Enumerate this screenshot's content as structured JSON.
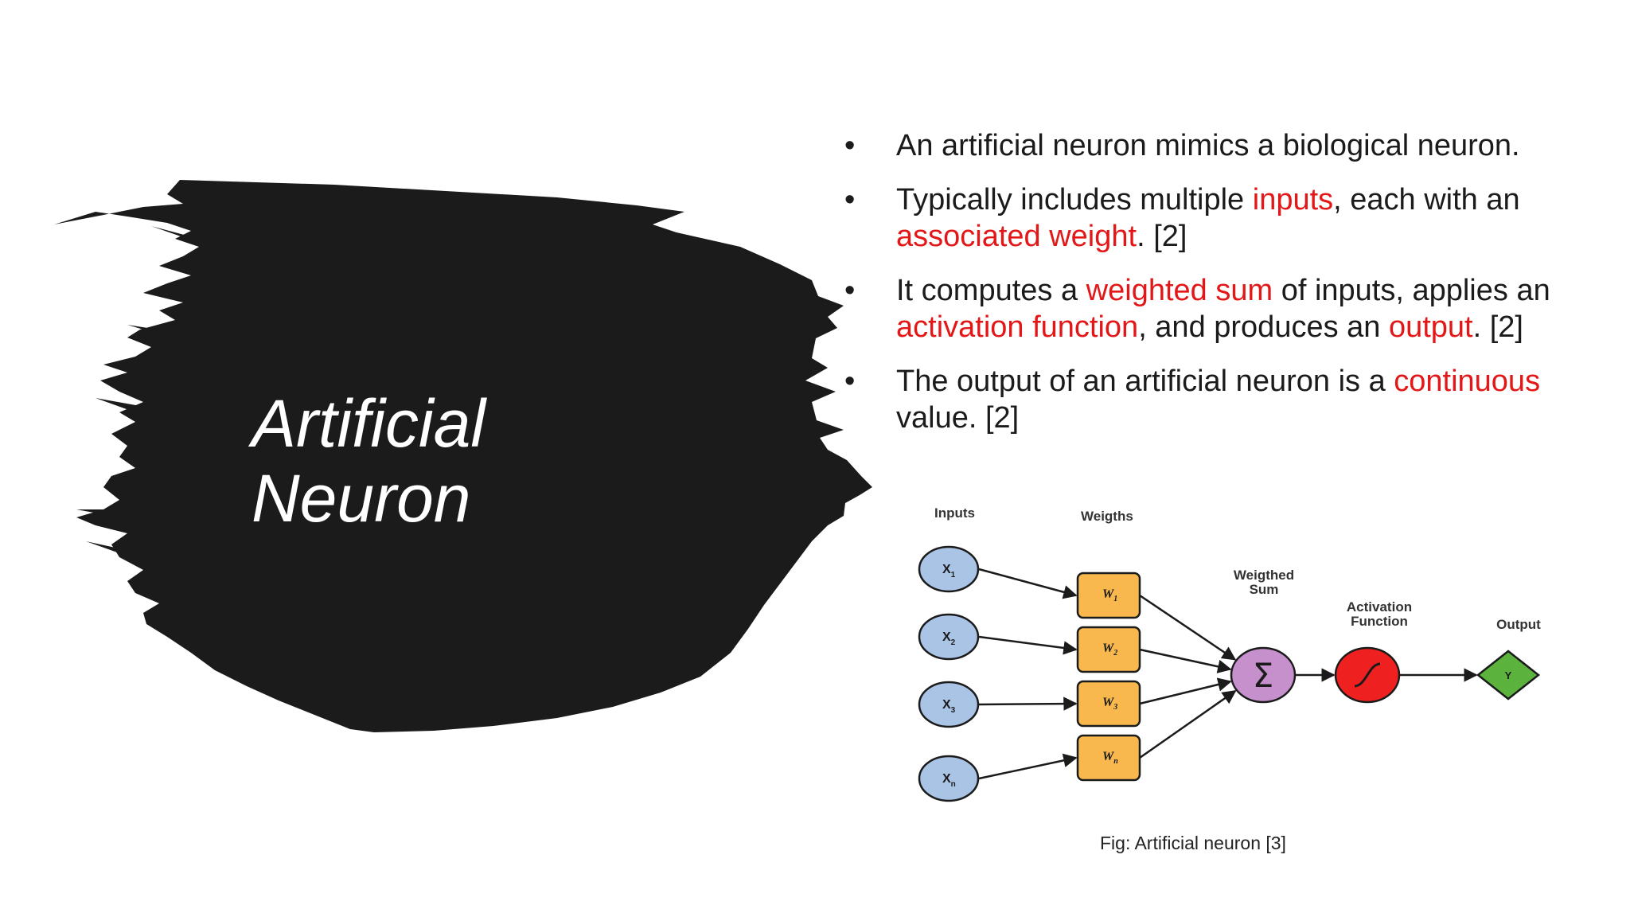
{
  "slide": {
    "title_line1": "Artificial",
    "title_line2": "Neuron",
    "caption": "Fig: Artificial neuron [3]"
  },
  "bullets": [
    [
      {
        "text": "An artificial neuron mimics a biological neuron.",
        "hl": false
      }
    ],
    [
      {
        "text": "Typically includes multiple ",
        "hl": false
      },
      {
        "text": "inputs",
        "hl": true
      },
      {
        "text": ", each with an ",
        "hl": false
      },
      {
        "text": "associated weight",
        "hl": true
      },
      {
        "text": ". [2]",
        "hl": false
      }
    ],
    [
      {
        "text": "It computes a ",
        "hl": false
      },
      {
        "text": "weighted sum",
        "hl": true
      },
      {
        "text": " of inputs, applies an ",
        "hl": false
      },
      {
        "text": "activation function",
        "hl": true
      },
      {
        "text": ", and produces an ",
        "hl": false
      },
      {
        "text": "output",
        "hl": true
      },
      {
        "text": ". [2]",
        "hl": false
      }
    ],
    [
      {
        "text": "The output of an artificial neuron is a ",
        "hl": false
      },
      {
        "text": "continuous",
        "hl": true
      },
      {
        "text": " value. [2]",
        "hl": false
      }
    ]
  ],
  "diagram": {
    "inputs_label": "Inputs",
    "weights_label": "Weigths",
    "weighted_sum_label_1": "Weigthed",
    "weighted_sum_label_2": "Sum",
    "activation_label_1": "Activation",
    "activation_label_2": "Function",
    "output_label": "Output",
    "inputs": [
      {
        "main": "X",
        "sub": "1"
      },
      {
        "main": "X",
        "sub": "2"
      },
      {
        "main": "X",
        "sub": "3"
      },
      {
        "main": "X",
        "sub": "n"
      }
    ],
    "weights": [
      {
        "main": "W",
        "sub": "1"
      },
      {
        "main": "W",
        "sub": "2"
      },
      {
        "main": "W",
        "sub": "3"
      },
      {
        "main": "W",
        "sub": "n"
      }
    ],
    "sum_symbol": "Σ",
    "output_symbol": "Y",
    "colors": {
      "input_fill": "#aac4e6",
      "weight_fill": "#f8b84e",
      "sum_fill": "#c690cc",
      "activation_fill": "#ee2020",
      "output_fill": "#5bb33d"
    }
  },
  "colors": {
    "highlight": "#e31717",
    "brush": "#1b1b1b",
    "text": "#1b1b1b"
  }
}
